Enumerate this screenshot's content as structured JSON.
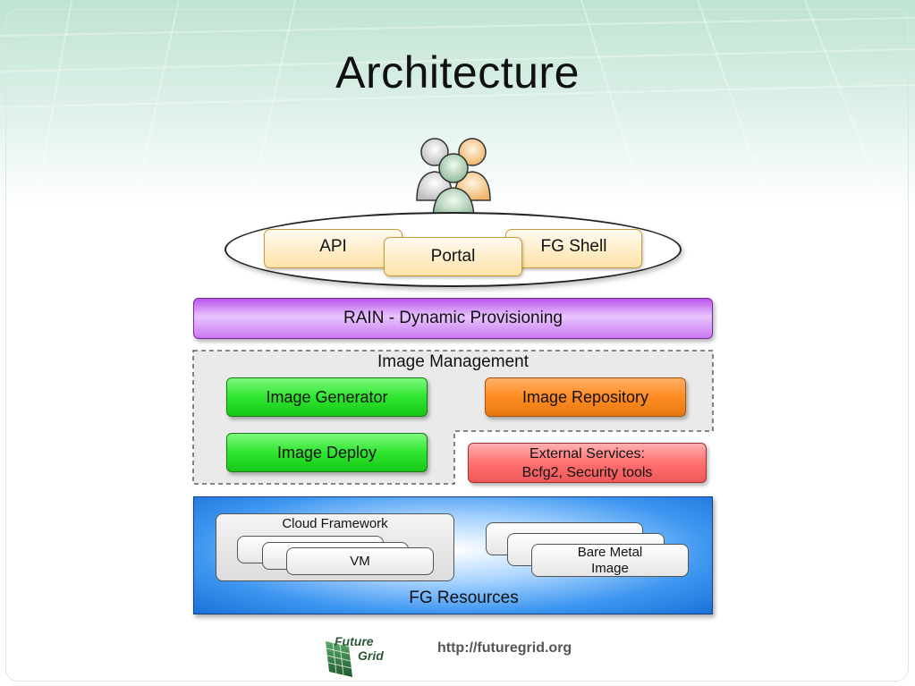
{
  "slide": {
    "title": "Architecture",
    "footer_url": "http://futuregrid.org"
  },
  "logo": {
    "line1": "Future",
    "line2": "Grid"
  },
  "icons": {
    "users": "users-group-icon",
    "logo": "futuregrid-logo"
  },
  "interfaces": {
    "api": "API",
    "portal": "Portal",
    "fg_shell": "FG Shell"
  },
  "rain": {
    "label": "RAIN - Dynamic Provisioning"
  },
  "image_management": {
    "label": "Image Management",
    "generator": "Image Generator",
    "repository": "Image Repository",
    "deploy": "Image Deploy"
  },
  "external_services": {
    "line1": "External Services:",
    "line2": "Bcfg2, Security tools"
  },
  "fg_resources": {
    "label": "FG Resources",
    "cloud_framework": "Cloud Framework",
    "vm": "VM",
    "bare_metal_line1": "Bare Metal",
    "bare_metal_line2": "Image"
  },
  "colors": {
    "rain": "#c879f0",
    "image_generator": "#2fe52f",
    "image_repository": "#ff8c22",
    "external_services": "#ff7070",
    "fg_resources": "#3d96f0",
    "interface_boxes": "#ffe3a8"
  }
}
